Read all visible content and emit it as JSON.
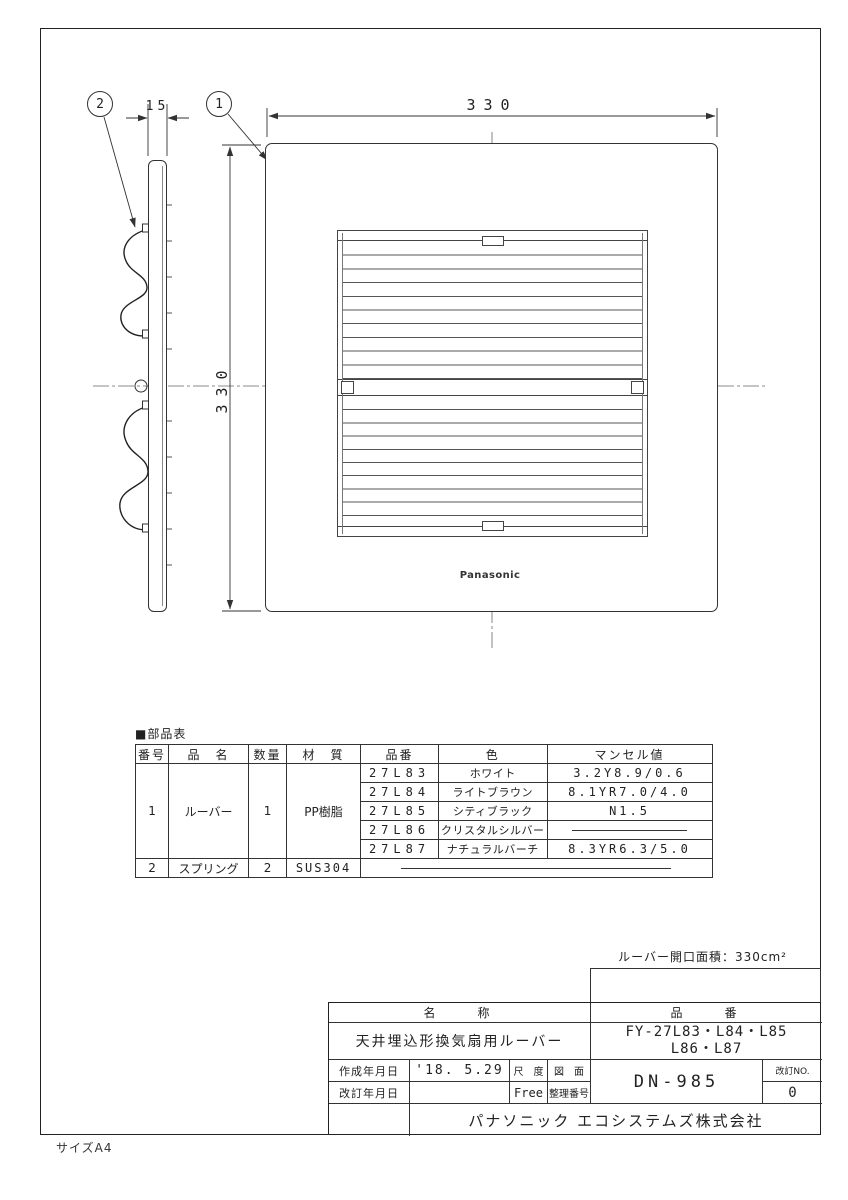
{
  "drawing": {
    "size_label": "サイズA4",
    "logo": "Panasonic",
    "balloons": {
      "b1": "1",
      "b2": "2"
    },
    "dims": {
      "width": "330",
      "height": "330",
      "thickness": "15"
    }
  },
  "parts_table": {
    "section_label": "■部品表",
    "headers": {
      "no": "番号",
      "name": "品　名",
      "qty": "数量",
      "material": "材　質",
      "part_no": "品番",
      "color": "色",
      "munsell": "マンセル値"
    },
    "row1": {
      "no": "1",
      "name": "ルーバー",
      "qty": "1",
      "material": "PP樹脂",
      "variants": [
        {
          "part_no": "27L83",
          "color": "ホワイト",
          "munsell": "3.2Y8.9/0.6"
        },
        {
          "part_no": "27L84",
          "color": "ライトブラウン",
          "munsell": "8.1YR7.0/4.0"
        },
        {
          "part_no": "27L85",
          "color": "シティブラック",
          "munsell": "N1.5"
        },
        {
          "part_no": "27L86",
          "color": "クリスタルシルバー",
          "munsell": ""
        },
        {
          "part_no": "27L87",
          "color": "ナチュラルバーチ",
          "munsell": "8.3YR6.3/5.0"
        }
      ]
    },
    "row2": {
      "no": "2",
      "name": "スプリング",
      "qty": "2",
      "material": "SUS304"
    }
  },
  "title_block": {
    "opening_area": "ルーバー開口面積：330cm²",
    "name_header": "名　　称",
    "part_no_header": "品　　番",
    "product_name": "天井埋込形換気扇用ルーバー",
    "part_numbers_line1": "FY-27L83・L84・L85",
    "part_numbers_line2": "L86・L87",
    "created_label": "作成年月日",
    "created_date": "'18. 5.29",
    "revision_label": "改訂年月日",
    "scale_label": "尺　度",
    "scale_value": "Free",
    "drawing_label": "図　面",
    "ref_label": "整理番号",
    "ref_number": "DN-985",
    "revision_no_label": "改訂NO.",
    "revision_no": "0",
    "company": "パナソニック エコシステムズ株式会社"
  }
}
